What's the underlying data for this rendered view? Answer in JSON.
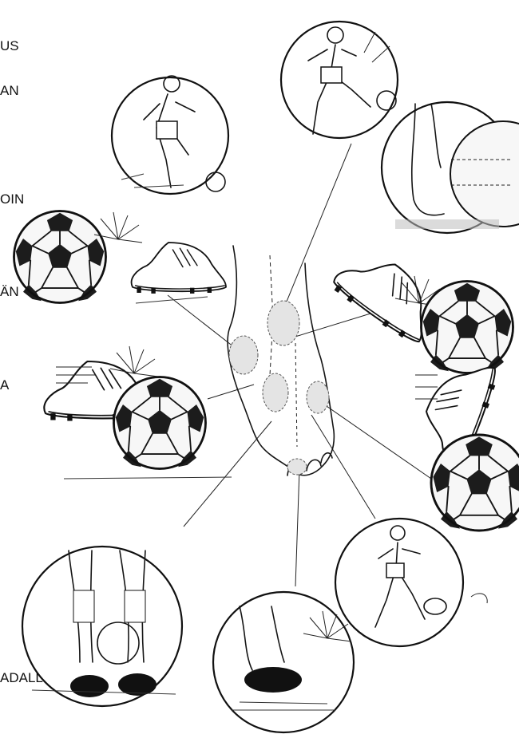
{
  "labels": {
    "top1": "US",
    "top2": "AN",
    "l3": "OIN",
    "l4": "ÄN",
    "l5": "A",
    "bottom": "ADALLE"
  },
  "icons": {
    "ball": "soccer-ball-icon",
    "foot": "foot-illustration",
    "boot": "football-boot-icon"
  },
  "colors": {
    "ink": "#151515",
    "background": "#ffffff",
    "shade": "#bdbdbd"
  }
}
